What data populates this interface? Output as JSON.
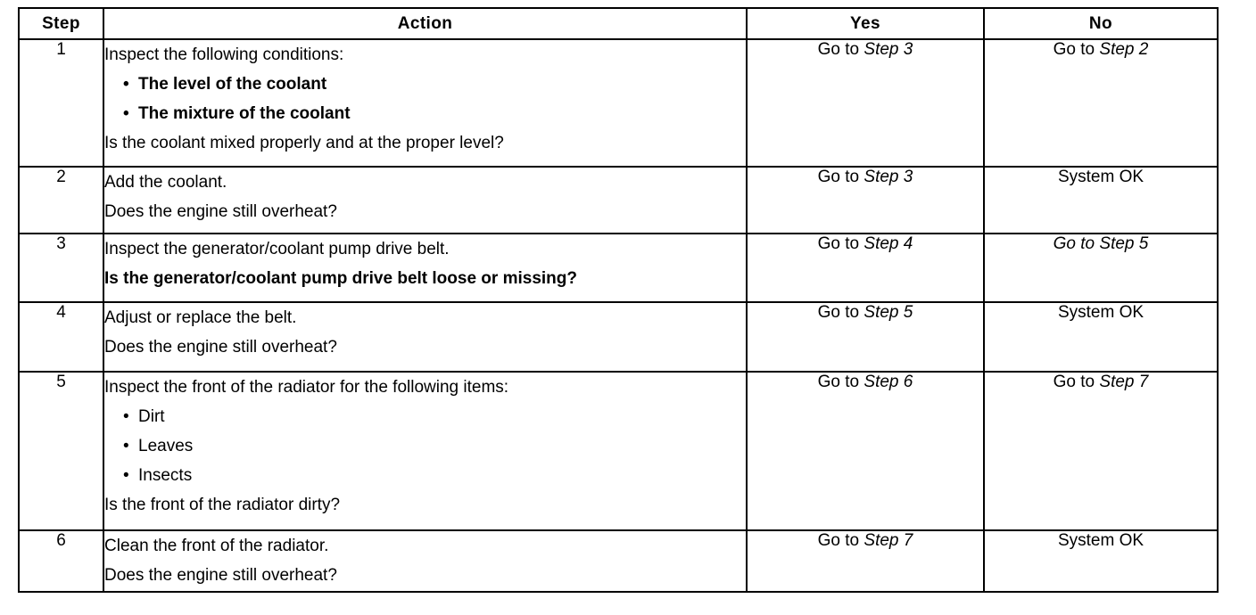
{
  "table": {
    "headers": {
      "step": "Step",
      "action": "Action",
      "yes": "Yes",
      "no": "No"
    },
    "bullet_glyph": "•",
    "rows": [
      {
        "step": "1",
        "action": {
          "intro": "Inspect the following conditions:",
          "bullets": [
            "The level of the coolant",
            "The mixture of the coolant"
          ],
          "question": "Is the coolant mixed properly and at the proper level?"
        },
        "yes": {
          "prefix": "Go to ",
          "step": "Step 3"
        },
        "no": {
          "prefix": "Go to ",
          "step": "Step 2"
        }
      },
      {
        "step": "2",
        "action": {
          "intro": "Add the coolant.",
          "bullets": [],
          "question": "Does the engine still overheat?"
        },
        "yes": {
          "prefix": "Go to ",
          "step": "Step 3"
        },
        "no": {
          "plain": "System OK"
        }
      },
      {
        "step": "3",
        "action": {
          "intro": "Inspect the generator/coolant pump drive belt.",
          "bullets": [],
          "question": "Is the generator/coolant pump drive belt loose or missing?"
        },
        "yes": {
          "prefix": "Go to ",
          "step": "Step 4"
        },
        "no": {
          "prefix": "Go to ",
          "step": "Step 5"
        }
      },
      {
        "step": "4",
        "action": {
          "intro": "Adjust or replace the belt.",
          "bullets": [],
          "question": "Does the engine still overheat?"
        },
        "yes": {
          "prefix": "Go to ",
          "step": "Step 5"
        },
        "no": {
          "plain": "System OK"
        }
      },
      {
        "step": "5",
        "action": {
          "intro": "Inspect the front of the radiator for the following items:",
          "bullets": [
            "Dirt",
            "Leaves",
            "Insects"
          ],
          "question": "Is the front of the radiator dirty?"
        },
        "yes": {
          "prefix": "Go to ",
          "step": "Step 6"
        },
        "no": {
          "prefix": "Go to ",
          "step": "Step 7"
        }
      },
      {
        "step": "6",
        "action": {
          "intro": "Clean the front of the radiator.",
          "bullets": [],
          "question": "Does the engine still overheat?"
        },
        "yes": {
          "prefix": "Go to ",
          "step": "Step 7"
        },
        "no": {
          "plain": "System OK"
        }
      }
    ]
  },
  "colors": {
    "page_background": "#ffffff",
    "text": "#000000",
    "border": "#000000"
  }
}
